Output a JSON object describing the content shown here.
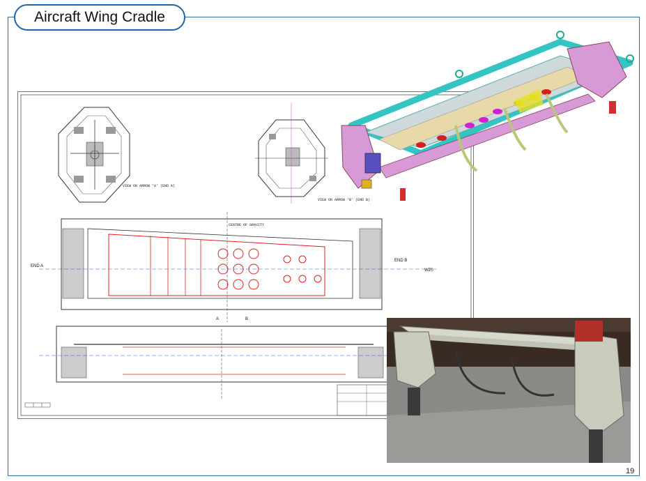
{
  "slide": {
    "title": "Aircraft Wing Cradle",
    "page_number": "19"
  },
  "drawing": {
    "labels": {
      "end_a": "END A",
      "end_b": "END B",
      "section_a": "A",
      "section_b": "B",
      "view_a": "VIEW ON ARROW 'A' (END A)",
      "view_b": "VIEW ON ARROW 'B' (END B)",
      "center_of_gravity": "CENTRE OF GRAVITY",
      "datum": "WZ0"
    }
  },
  "colors": {
    "frame": "#2a6fa8",
    "pill_border": "#1f64a8",
    "cad_frame": "#35c4c4",
    "cad_pink": "#d79ad6",
    "redline": "#e02020"
  }
}
